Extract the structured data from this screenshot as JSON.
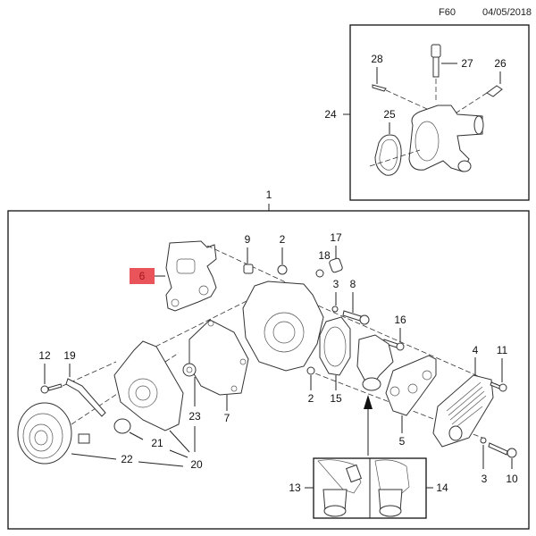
{
  "header": {
    "figure_code": "F60",
    "date": "04/05/2018"
  },
  "highlight": {
    "part_number": "6",
    "color": "#e8545a"
  },
  "inset_top": {
    "assembly_label": "24",
    "callouts": [
      "28",
      "27",
      "26",
      "25"
    ]
  },
  "main_assembly": {
    "assembly_label": "1",
    "callouts": {
      "p9": "9",
      "p2a": "2",
      "p17": "17",
      "p18": "18",
      "p3a": "3",
      "p8": "8",
      "p16": "16",
      "p12": "12",
      "p19": "19",
      "p4": "4",
      "p11": "11",
      "p2b": "2",
      "p15": "15",
      "p23": "23",
      "p7": "7",
      "p5": "5",
      "p21": "21",
      "p22": "22",
      "p20": "20",
      "p3b": "3",
      "p10": "10"
    }
  },
  "detail_inset": {
    "left_label": "13",
    "right_label": "14"
  }
}
